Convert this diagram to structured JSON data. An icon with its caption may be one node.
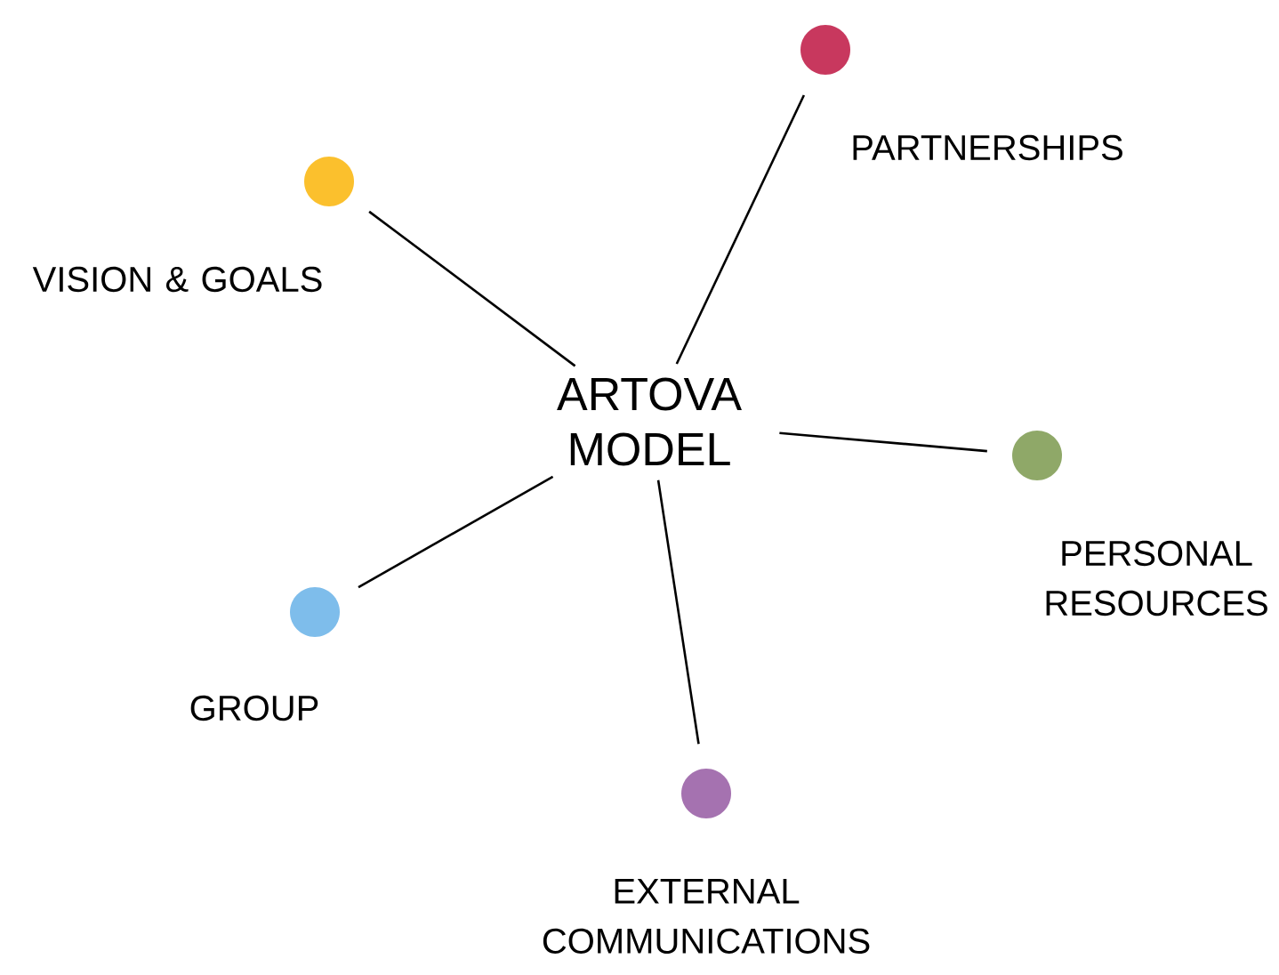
{
  "diagram": {
    "nodes": [
      {
        "text": [
          "ARTOVA MODEL"
        ]
      },
      {
        "text": [],
        "shape": "circle",
        "beside": [
          "VISION & GOALS"
        ]
      },
      {
        "text": [],
        "shape": "circle",
        "beside": [
          "PARTNERSHIPS"
        ]
      },
      {
        "text": [],
        "shape": "circle",
        "beside": [
          "PERSONAL RESOURCES"
        ]
      },
      {
        "text": [],
        "shape": "circle",
        "beside": [
          "GROUP"
        ]
      },
      {
        "text": [],
        "shape": "circle",
        "beside": [
          "EXTERNAL COMMUNICATIONS"
        ]
      }
    ],
    "edges": [
      {
        "from": 0,
        "to": 1,
        "arrow": "none"
      },
      {
        "from": 0,
        "to": 2,
        "arrow": "none"
      },
      {
        "from": 0,
        "to": 3,
        "arrow": "none"
      },
      {
        "from": 0,
        "to": 4,
        "arrow": "none"
      },
      {
        "from": 0,
        "to": 5,
        "arrow": "none"
      }
    ]
  }
}
